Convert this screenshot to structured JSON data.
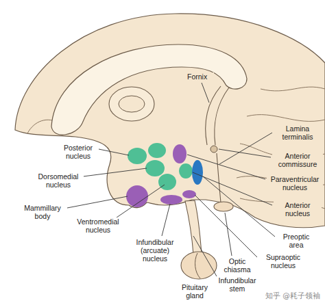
{
  "diagram": {
    "labels": [
      "Fornix",
      "Lamina terminalis",
      "Anterior commissure",
      "Paraventricular nucleus",
      "Anterior nucleus",
      "Preoptic area",
      "Supraoptic nucleus",
      "Optic chiasma",
      "Infundibular stem",
      "Pituitary gland",
      "Infundibular (arcuate) nucleus",
      "Ventromedial nucleus",
      "Mammillary body",
      "Dorsomedial nucleus",
      "Posterior nucleus",
      "知乎 @耗子领袖"
    ]
  }
}
